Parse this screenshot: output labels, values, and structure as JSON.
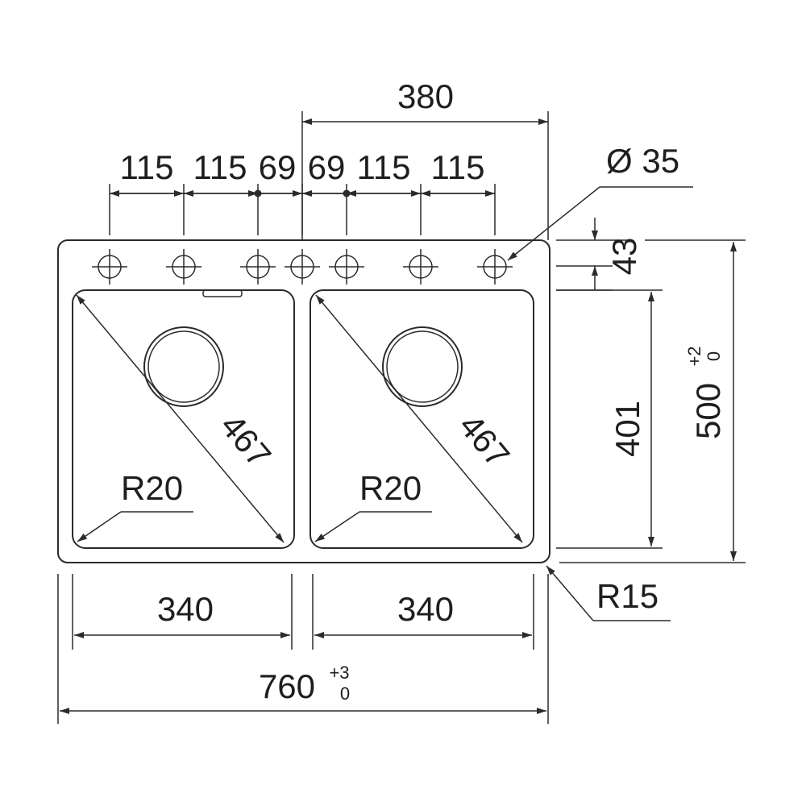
{
  "drawing": {
    "top_overall": "380",
    "tap_spacings": [
      "115",
      "115",
      "69",
      "69",
      "115",
      "115"
    ],
    "hole_diameter": "Ø 35",
    "edge_to_hole_row": "43",
    "bowl_height": "401",
    "overall_depth": "500",
    "overall_depth_tol_upper": "+2",
    "overall_depth_tol_lower": "0",
    "bowl_diagonal_left": "467",
    "bowl_diagonal_right": "467",
    "bowl_radius_left": "R20",
    "bowl_radius_right": "R20",
    "outer_radius": "R15",
    "bowl_width_left": "340",
    "bowl_width_right": "340",
    "overall_width": "760",
    "overall_width_tol_upper": "+3",
    "overall_width_tol_lower": "0"
  },
  "colors": {
    "line": "#2b2b2b",
    "background": "#ffffff"
  }
}
